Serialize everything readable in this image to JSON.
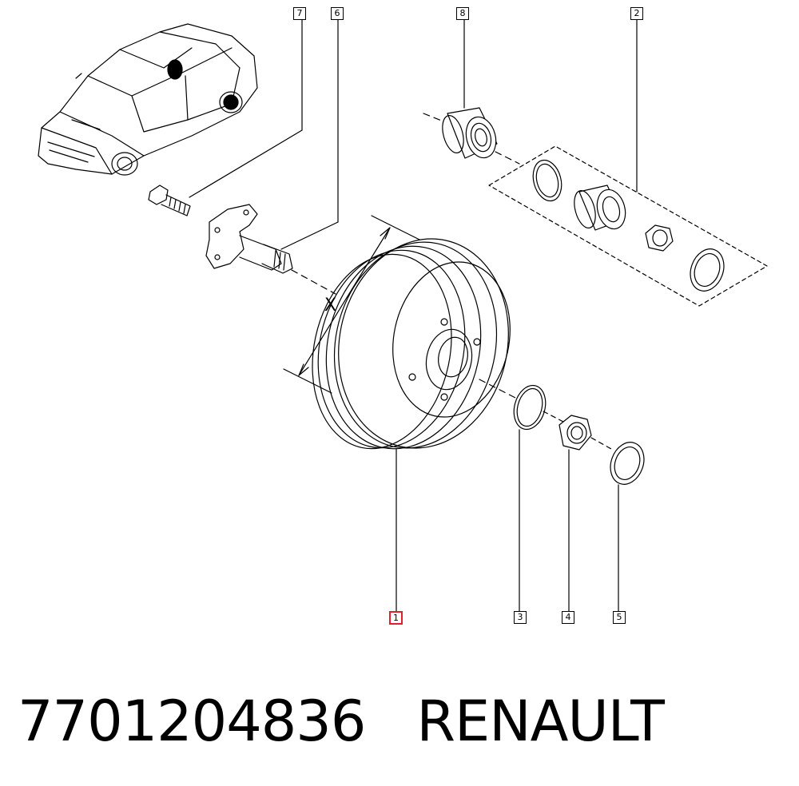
{
  "callouts": {
    "c1": "1",
    "c2": "2",
    "c3": "3",
    "c4": "4",
    "c5": "5",
    "c6": "6",
    "c7": "7",
    "c8": "8"
  },
  "dimension_label": "X",
  "part_number": "7701204836",
  "brand": "RENAULT",
  "highlight_color": "#e0202a"
}
